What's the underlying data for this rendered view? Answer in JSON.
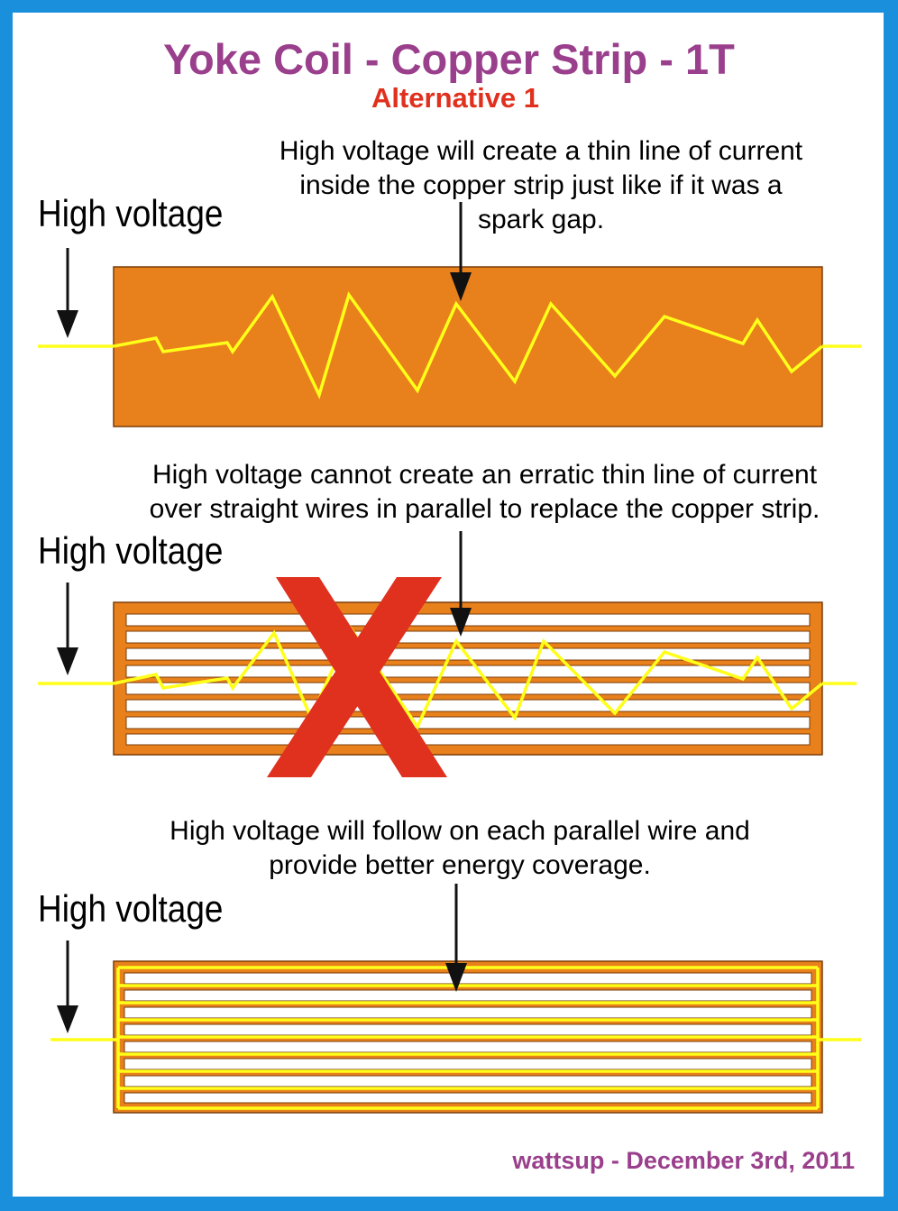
{
  "title": "Yoke Coil - Copper Strip - 1T",
  "subtitle": "Alternative 1",
  "panels": [
    {
      "label": "High voltage",
      "description_lines": [
        "High voltage will create a thin line of current",
        "inside the copper strip just like if it was a",
        "spark gap."
      ]
    },
    {
      "label": "High voltage",
      "description_lines": [
        "High voltage cannot create an erratic thin line of current",
        "over straight wires in parallel to replace the copper strip."
      ]
    },
    {
      "label": "High voltage",
      "description_lines": [
        "High voltage will follow on each parallel wire and",
        "provide better energy coverage."
      ]
    }
  ],
  "credit": "wattsup - December 3rd, 2011",
  "colors": {
    "border": "#1a90dc",
    "copper": "#e8801c",
    "current": "#ffff1a",
    "title": "#9a3f8c",
    "subtitle": "#e0301e",
    "cross": "#e0301e"
  },
  "icons": [
    "down-arrow-icon",
    "cross-mark-icon"
  ]
}
